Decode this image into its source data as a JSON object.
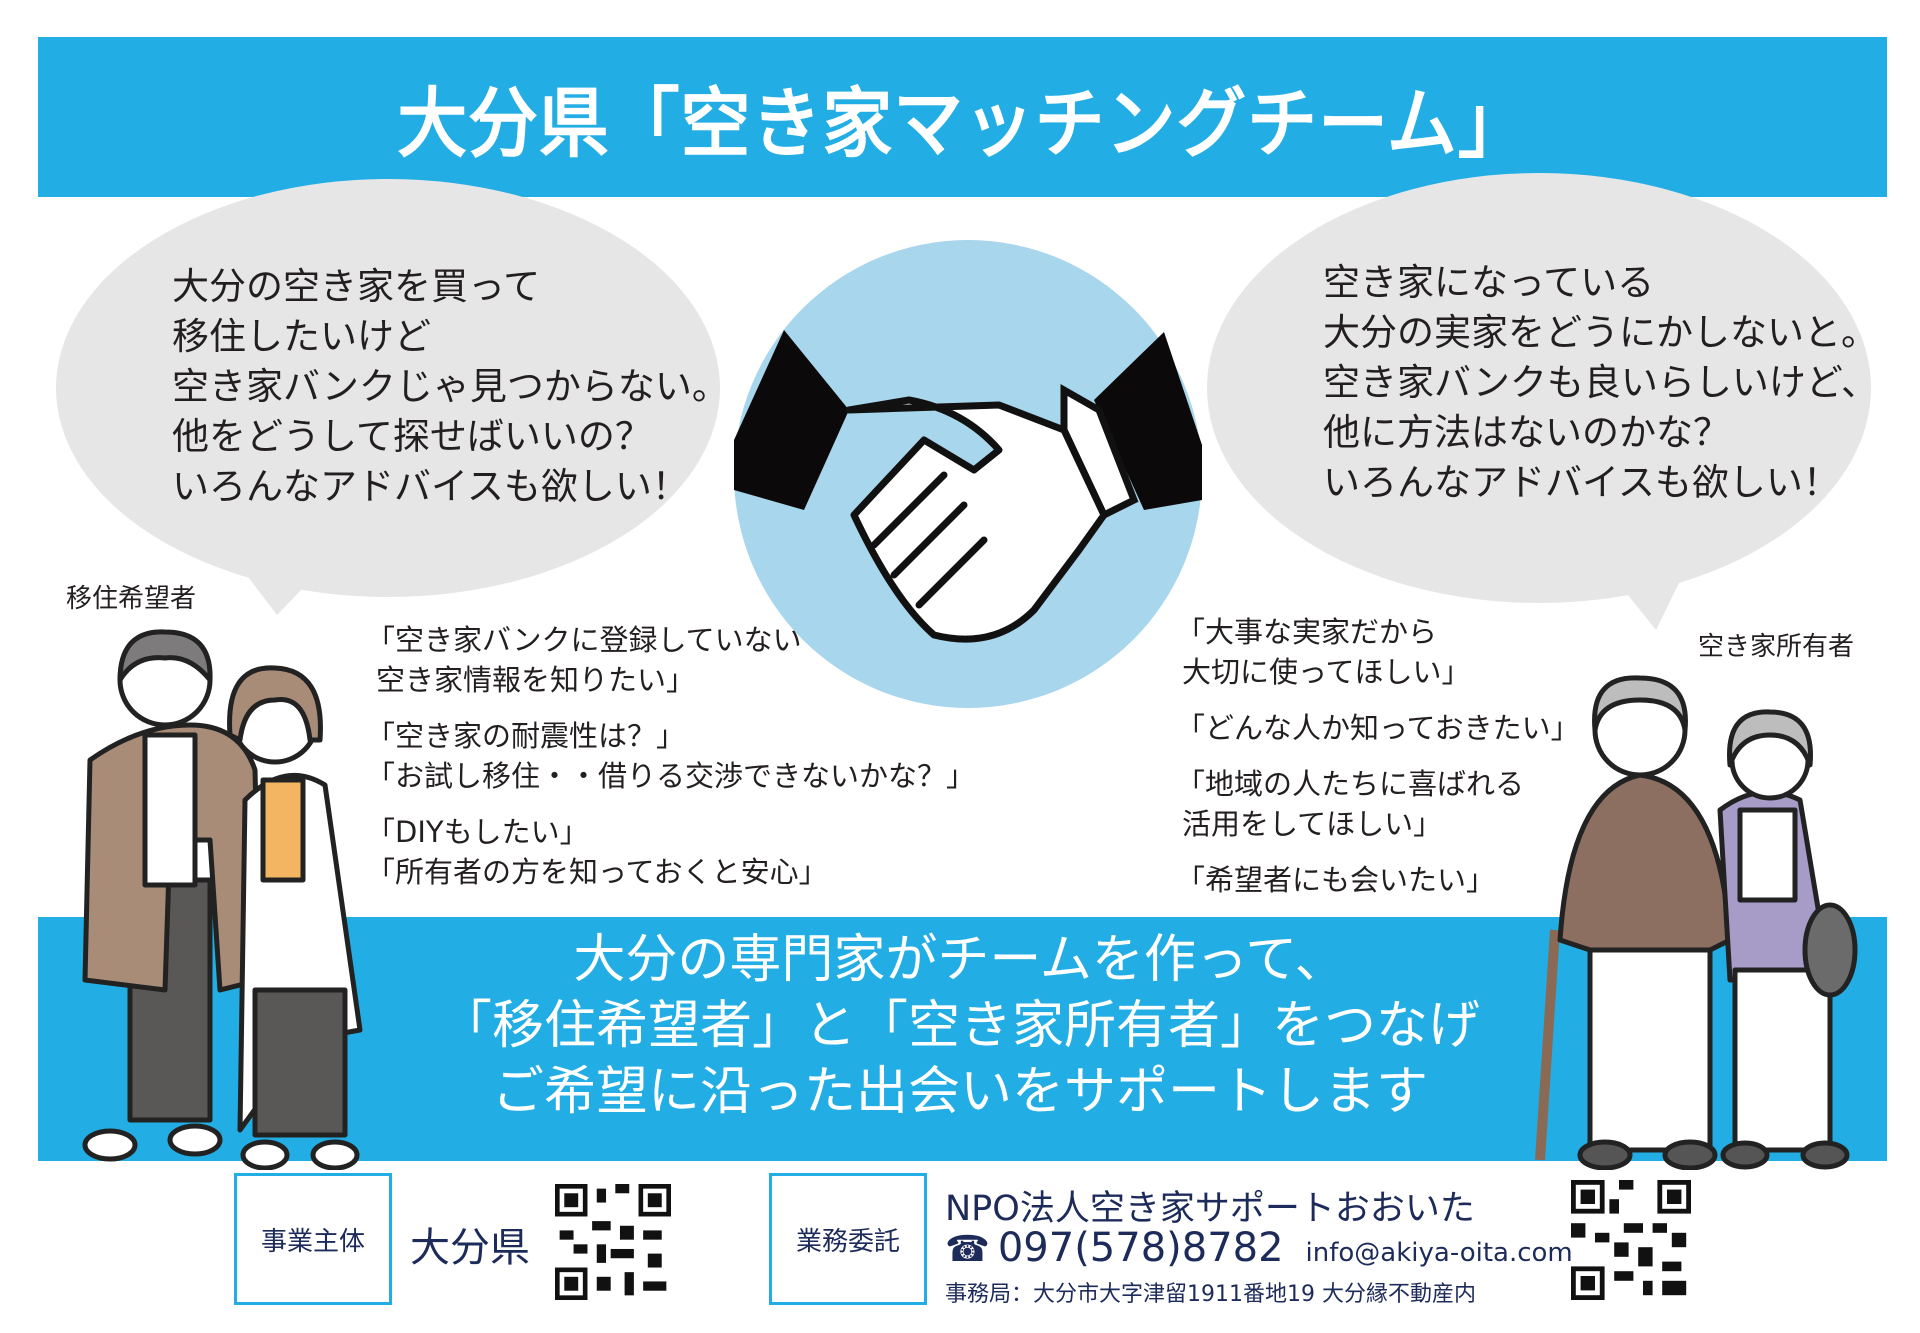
{
  "header": {
    "title": "大分県「空き家マッチングチーム」"
  },
  "left_bubble": {
    "lines": [
      "大分の空き家を買って",
      "移住したいけど",
      "空き家バンクじゃ見つからない。",
      "他をどうして探せばいいの？",
      "いろんなアドバイスも欲しい！"
    ]
  },
  "right_bubble": {
    "lines": [
      "空き家になっている",
      "大分の実家をどうにかしないと。",
      "空き家バンクも良いらしいけど、",
      "他に方法はないのかな？",
      "いろんなアドバイスも欲しい！"
    ]
  },
  "left_label": "移住希望者",
  "right_label": "空き家所有者",
  "left_quotes": [
    "「空き家バンクに登録していない",
    "空き家情報を知りたい」",
    "「空き家の耐震性は？」",
    "「お試し移住・・借りる交渉できないかな？」",
    "「DIYもしたい」",
    "「所有者の方を知っておくと安心」"
  ],
  "right_quotes": [
    "「大事な実家だから",
    "大切に使ってほしい」",
    "「どんな人か知っておきたい」",
    "「地域の人たちに喜ばれる",
    "活用をしてほしい」",
    "「希望者にも会いたい」"
  ],
  "band": {
    "lines": [
      "大分の専門家がチームを作って、",
      "「移住希望者」と「空き家所有者」をつなげ",
      "ご希望に沿った出会いをサポートします"
    ]
  },
  "footer": {
    "sponsor_label": "事業主体",
    "sponsor": "大分県",
    "contractor_label": "業務委託",
    "org": "NPO法人空き家サポートおおいた",
    "phone_icon": "☎",
    "phone": "097(578)8782",
    "email": "info@akiya-oita.com",
    "address": "事務局：大分市大字津留1911番地19 大分縁不動産内"
  },
  "colors": {
    "brand_blue": "#22aee4",
    "circle_blue": "#a8d6ec",
    "bubble_gray": "#e6e6e6",
    "navy": "#1d2b5a"
  }
}
